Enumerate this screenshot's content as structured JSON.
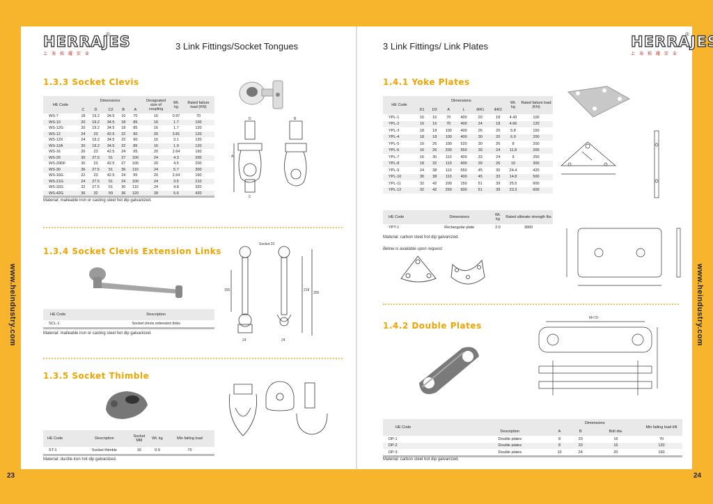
{
  "header": {
    "brand": "HERRAJES",
    "brand_sub": "上海拓耀实业",
    "left_title": "3 Link Fittings/Socket Tongues",
    "right_title": "3 Link Fittings/ Link Plates"
  },
  "side": {
    "url": "www.heindustry.com"
  },
  "pages": {
    "left": "23",
    "right": "24"
  },
  "s133": {
    "title": "1.3.3 Socket Clevis",
    "headers": {
      "code": "HE Code",
      "dimensions": "Dimensions",
      "designated": "Designated size of coupling",
      "wt": "Wt. kg",
      "rated": "Rated failure load (KN)",
      "dims": [
        "C",
        "D",
        "C2",
        "B",
        "A"
      ]
    },
    "rows": [
      [
        "WS-7",
        "18",
        "19.2",
        "34.5",
        "16",
        "70",
        "16",
        "0.97",
        "70"
      ],
      [
        "WS-10",
        "20",
        "19.2",
        "34.5",
        "18",
        "85",
        "16",
        "1.7",
        "100"
      ],
      [
        "WS-12G",
        "20",
        "19.2",
        "34.5",
        "18",
        "85",
        "16",
        "1.7",
        "120"
      ],
      [
        "WS-12",
        "24",
        "23",
        "42.5",
        "22",
        "90",
        "20",
        "3.81",
        "120"
      ],
      [
        "WS-12X",
        "24",
        "19.2",
        "34.5",
        "22",
        "90",
        "16",
        "3.1",
        "120"
      ],
      [
        "WS-12A",
        "20",
        "19.2",
        "34.5",
        "22",
        "85",
        "16",
        "1.9",
        "120"
      ],
      [
        "WS-16",
        "26",
        "23",
        "42.5",
        "24",
        "95",
        "20",
        "2.64",
        "160"
      ],
      [
        "WS-20",
        "30",
        "27.5",
        "51",
        "27",
        "100",
        "24",
        "4.3",
        "200"
      ],
      [
        "WS-20DF",
        "30",
        "23",
        "42.5",
        "27",
        "100",
        "20",
        "4.5",
        "200"
      ],
      [
        "WS-30",
        "36",
        "27.5",
        "51",
        "36",
        "110",
        "24",
        "5.7",
        "300"
      ],
      [
        "WS-16G",
        "22",
        "23",
        "42.5",
        "24",
        "95",
        "20",
        "2.64",
        "160"
      ],
      [
        "WS-21G",
        "24",
        "27.5",
        "51",
        "24",
        "100",
        "24",
        "3.5",
        "210"
      ],
      [
        "WS-32G",
        "32",
        "27.5",
        "51",
        "30",
        "110",
        "24",
        "4.8",
        "320"
      ],
      [
        "WS-42G",
        "36",
        "32",
        "59",
        "36",
        "120",
        "28",
        "5.6",
        "420"
      ]
    ],
    "note": "Material: malleable iron or casting steel hot dip galvanized."
  },
  "s134": {
    "title": "1.3.4 Socket Clevis Extension Links",
    "headers": {
      "code": "HE Code",
      "desc": "Description"
    },
    "rows": [
      [
        "SCL-1",
        "Socket clevis extension links"
      ]
    ],
    "note": "Material: malleable iron or casting steel hot dip galvanized.",
    "drawing_label": "Socket 20",
    "dims": [
      "155",
      "219",
      "200",
      "24",
      "24"
    ]
  },
  "s135": {
    "title": "1.3.5 Socket Thimble",
    "headers": {
      "code": "HE Code",
      "desc": "Description",
      "socket": "Socket MM",
      "wt": "Wt. kg",
      "load": "Min failing load"
    },
    "rows": [
      [
        "ST-1",
        "Socket thimble",
        "16",
        "0.9",
        "70"
      ]
    ],
    "note": "Material: ductile iron hot dip galvanized."
  },
  "s141": {
    "title": "1.4.1 Yoke Plates",
    "headers": {
      "code": "HE Code",
      "dimensions": "Dimensions",
      "wt": "Wt. kg",
      "rated": "Rated failure load (KN)",
      "dims": [
        "D1",
        "D2",
        "A",
        "L",
        "ΦR1",
        "ΦR2"
      ]
    },
    "rows": [
      [
        "YPL-1",
        "16",
        "16",
        "70",
        "400",
        "20",
        "18",
        "4.43",
        "100"
      ],
      [
        "YPL-2",
        "16",
        "16",
        "70",
        "400",
        "24",
        "18",
        "4.66",
        "120"
      ],
      [
        "YPL-3",
        "18",
        "18",
        "100",
        "400",
        "26",
        "20",
        "5.8",
        "160"
      ],
      [
        "YPL-4",
        "18",
        "18",
        "100",
        "400",
        "30",
        "20",
        "6.9",
        "200"
      ],
      [
        "YPL-5",
        "16",
        "26",
        "100",
        "520",
        "30",
        "26",
        "8",
        "200"
      ],
      [
        "YPL-6",
        "16",
        "26",
        "200",
        "550",
        "30",
        "24",
        "11.8",
        "200"
      ],
      [
        "YPL-7",
        "16",
        "30",
        "110",
        "400",
        "33",
        "24",
        "9",
        "250"
      ],
      [
        "YPL-8",
        "18",
        "32",
        "110",
        "400",
        "39",
        "26",
        "10",
        "300"
      ],
      [
        "YPL-9",
        "24",
        "38",
        "110",
        "550",
        "45",
        "30",
        "24.4",
        "420"
      ],
      [
        "YPL-10",
        "30",
        "38",
        "110",
        "400",
        "45",
        "33",
        "14.8",
        "500"
      ],
      [
        "YPL-11",
        "32",
        "42",
        "200",
        "150",
        "51",
        "39",
        "25.5",
        "600"
      ],
      [
        "YPL-12",
        "32",
        "42",
        "250",
        "500",
        "51",
        "39",
        "23.3",
        "600"
      ]
    ],
    "t2headers": {
      "code": "HE Code",
      "dimensions": "Dimensions",
      "wt": "Wt. kg",
      "rated": "Rated ultimate strength lbs"
    },
    "t2rows": [
      [
        "YPT-1",
        "Rectangular plate",
        "2.0",
        "3000"
      ]
    ],
    "note": "Material: carbon steel hot dip galvanized.",
    "request": "Below is available upon request:"
  },
  "s142": {
    "title": "1.4.2 Double Plates",
    "headers": {
      "code": "HE Code",
      "dimensions": "Dimensions",
      "desc": "Description",
      "a": "A",
      "b": "B",
      "bolt": "Bolt dia.",
      "load": "Min failing load kN"
    },
    "rows": [
      [
        "DP-1",
        "Double plates",
        "8",
        "20",
        "16",
        "70"
      ],
      [
        "DP-2",
        "Double plates",
        "8",
        "20",
        "16",
        "120"
      ],
      [
        "DP-3",
        "Double plates",
        "10",
        "24",
        "20",
        "160"
      ]
    ],
    "note": "Material: carbon steel hot dip galvanized.",
    "drawing_label": "M×70"
  }
}
